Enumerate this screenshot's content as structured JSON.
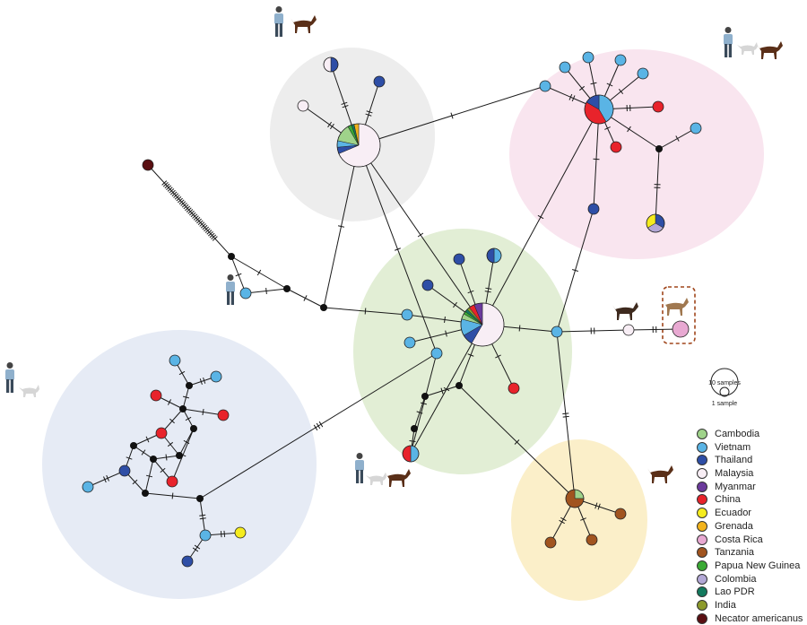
{
  "legend": {
    "entries": [
      {
        "label": "Cambodia",
        "color": "#9fd38a"
      },
      {
        "label": "Vietnam",
        "color": "#5ab4e5"
      },
      {
        "label": "Thailand",
        "color": "#2e4ea6"
      },
      {
        "label": "Malaysia",
        "color": "#f8eef5"
      },
      {
        "label": "Myanmar",
        "color": "#6b3a9c"
      },
      {
        "label": "China",
        "color": "#e8232b"
      },
      {
        "label": "Ecuador",
        "color": "#f5ec1e"
      },
      {
        "label": "Grenada",
        "color": "#f2b31c"
      },
      {
        "label": "Costa Rica",
        "color": "#e8a9d2"
      },
      {
        "label": "Tanzania",
        "color": "#a1541f"
      },
      {
        "label": "Papua New Guinea",
        "color": "#3aaa35"
      },
      {
        "label": "Colombia",
        "color": "#b3a8d6"
      },
      {
        "label": "Lao PDR",
        "color": "#137a5e"
      },
      {
        "label": "India",
        "color": "#8c9a2c"
      },
      {
        "label": "Necator americanus",
        "color": "#5a0f12"
      }
    ]
  },
  "scale": {
    "large_label": "10 samples",
    "small_label": "1 sample"
  }
}
